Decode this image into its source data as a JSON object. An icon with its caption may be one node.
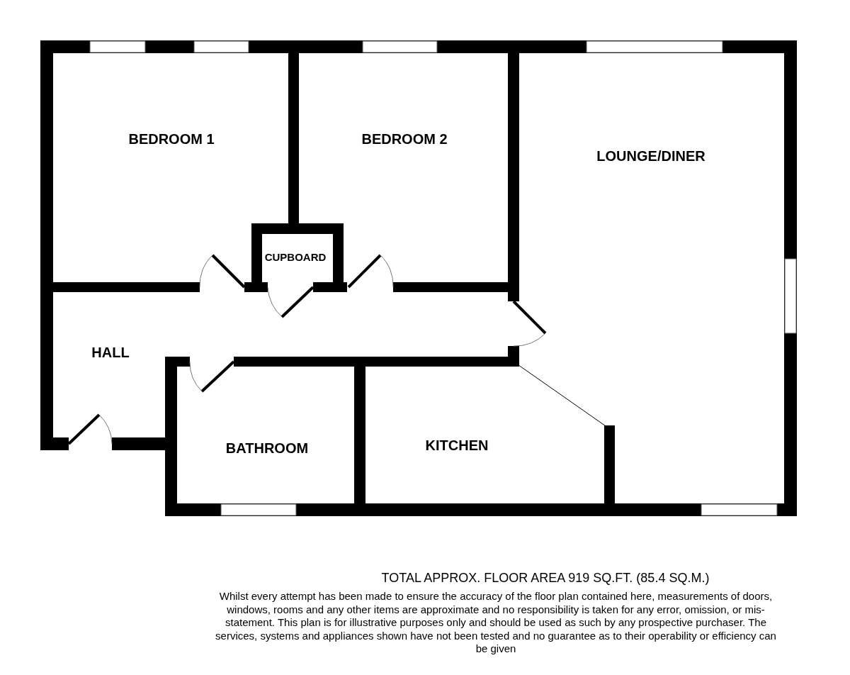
{
  "diagram": {
    "nodes": [
      {
        "text": [
          "BEDROOM 1"
        ]
      },
      {
        "text": [
          "BEDROOM 2"
        ]
      },
      {
        "text": [
          "LOUNGE/DINER"
        ]
      },
      {
        "text": [
          "CUPBOARD"
        ]
      },
      {
        "text": [
          "HALL"
        ]
      },
      {
        "text": [
          "BATHROOM"
        ]
      },
      {
        "text": [
          "KITCHEN"
        ]
      }
    ],
    "edges": [],
    "labels": [
      "TOTAL APPROX. FLOOR AREA 919 SQ.FT. (85.4 SQ.M.)",
      "Whilst every attempt has been made to ensure the accuracy of the floor plan contained here, measurements of doors, windows, rooms and any other items are approximate and no responsibility is taken for any error, omission, or mis-statement. This plan is for illustrative purposes only and should be used as such by any prospective purchaser. The services, systems and appliances shown have not been tested and no guarantee as to their operability or efficiency can be given"
    ]
  }
}
